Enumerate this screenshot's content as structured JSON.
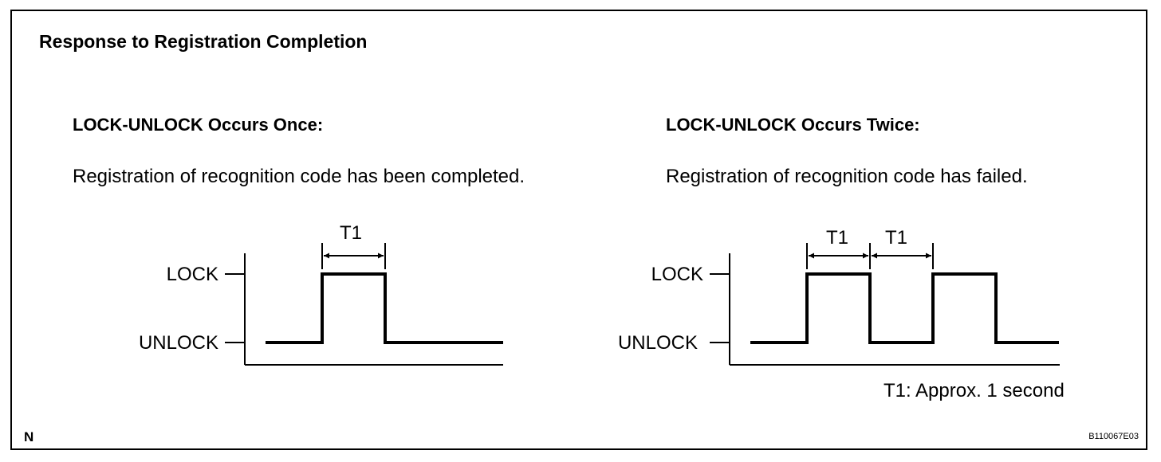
{
  "title": "Response to Registration Completion",
  "left_panel": {
    "heading": "LOCK-UNLOCK Occurs Once:",
    "description": "Registration of recognition code has been completed.",
    "lock_label": "LOCK",
    "unlock_label": "UNLOCK",
    "interval_labels": [
      "T1"
    ]
  },
  "right_panel": {
    "heading": "LOCK-UNLOCK Occurs Twice:",
    "description": "Registration of recognition code has failed.",
    "lock_label": "LOCK",
    "unlock_label": "UNLOCK",
    "interval_labels": [
      "T1",
      "T1"
    ]
  },
  "note": "T1: Approx. 1 second",
  "corner_letter": "N",
  "figure_id": "B110067E03"
}
